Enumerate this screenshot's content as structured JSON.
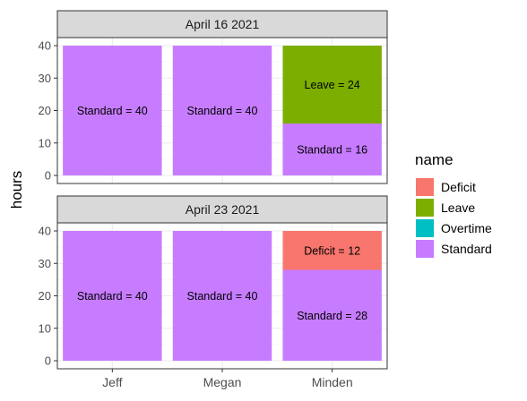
{
  "chart_data": {
    "type": "bar",
    "stacked": true,
    "faceted": true,
    "ylabel": "hours",
    "xlabel": "",
    "ylim": [
      0,
      40
    ],
    "yticks": [
      0,
      10,
      20,
      30,
      40
    ],
    "grid": true,
    "legend": {
      "title": "name",
      "placement": "right"
    },
    "categories": [
      "Jeff",
      "Megan",
      "Minden"
    ],
    "series_colors": {
      "Deficit": "#F8766D",
      "Leave": "#7CAE00",
      "Overtime": "#00BFC4",
      "Standard": "#C77CFF"
    },
    "legend_entries": [
      "Deficit",
      "Leave",
      "Overtime",
      "Standard"
    ],
    "facets": [
      {
        "label": "April 16 2021",
        "bars": [
          {
            "category": "Jeff",
            "segments": [
              {
                "name": "Standard",
                "value": 40,
                "label": "Standard = 40"
              }
            ]
          },
          {
            "category": "Megan",
            "segments": [
              {
                "name": "Standard",
                "value": 40,
                "label": "Standard = 40"
              }
            ]
          },
          {
            "category": "Minden",
            "segments": [
              {
                "name": "Standard",
                "value": 16,
                "label": "Standard = 16"
              },
              {
                "name": "Leave",
                "value": 24,
                "label": "Leave = 24"
              }
            ]
          }
        ]
      },
      {
        "label": "April 23 2021",
        "bars": [
          {
            "category": "Jeff",
            "segments": [
              {
                "name": "Standard",
                "value": 40,
                "label": "Standard = 40"
              }
            ]
          },
          {
            "category": "Megan",
            "segments": [
              {
                "name": "Standard",
                "value": 40,
                "label": "Standard = 40"
              }
            ]
          },
          {
            "category": "Minden",
            "segments": [
              {
                "name": "Standard",
                "value": 28,
                "label": "Standard = 28"
              },
              {
                "name": "Deficit",
                "value": 12,
                "label": "Deficit = 12"
              }
            ]
          }
        ]
      }
    ]
  }
}
